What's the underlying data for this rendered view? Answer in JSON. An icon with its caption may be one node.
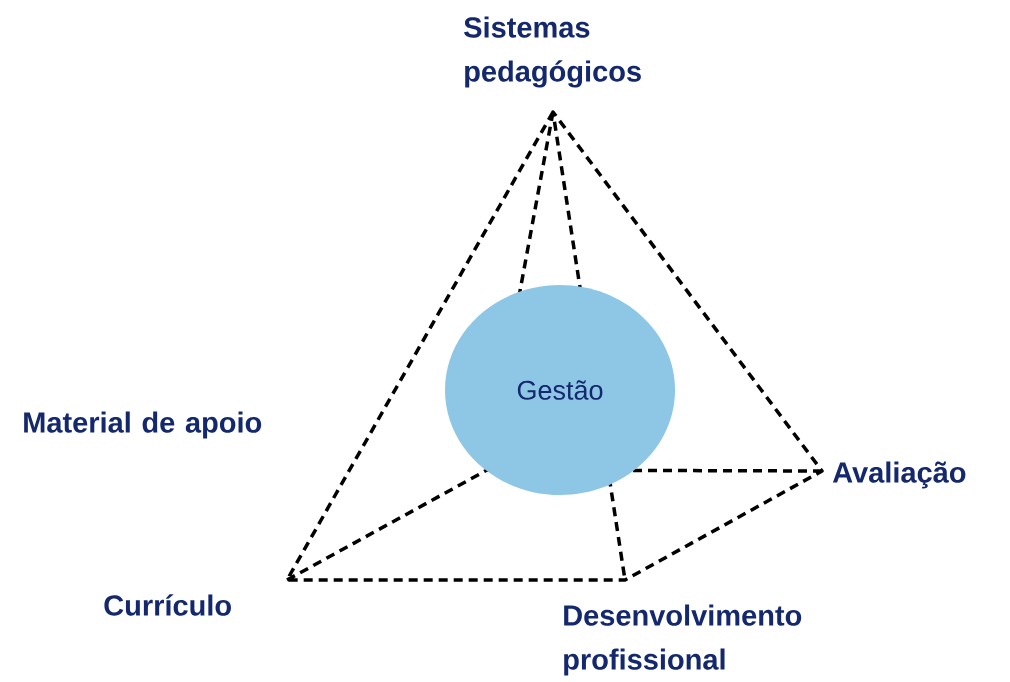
{
  "diagram": {
    "nodes": [
      {
        "text": [
          "Gestão"
        ]
      }
    ],
    "labels": [
      "Sistemas pedagógicos",
      "Material de apoio",
      "Avaliação",
      "Currículo",
      "Desenvolvimento profissional"
    ]
  }
}
